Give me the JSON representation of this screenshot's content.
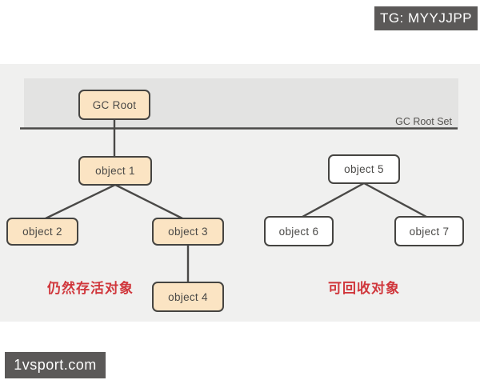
{
  "badges": {
    "tg": "TG: MYYJJPP",
    "watermark": "1vsport.com"
  },
  "diagram": {
    "root_set_label": "GC Root Set",
    "nodes": [
      {
        "id": "gc-root",
        "label": "GC Root",
        "state": "alive"
      },
      {
        "id": "object-1",
        "label": "object 1",
        "state": "alive"
      },
      {
        "id": "object-2",
        "label": "object 2",
        "state": "alive"
      },
      {
        "id": "object-3",
        "label": "object 3",
        "state": "alive"
      },
      {
        "id": "object-4",
        "label": "object 4",
        "state": "alive"
      },
      {
        "id": "object-5",
        "label": "object 5",
        "state": "garbage"
      },
      {
        "id": "object-6",
        "label": "object 6",
        "state": "garbage"
      },
      {
        "id": "object-7",
        "label": "object 7",
        "state": "garbage"
      }
    ],
    "captions": {
      "alive": "仍然存活对象",
      "garbage": "可回收对象"
    }
  },
  "colors": {
    "alive_node_fill": "#fbe4c3",
    "garbage_node_fill": "#ffffff",
    "node_border": "#454441",
    "caption_red": "#d0373c",
    "badge_background": "#5b5958",
    "canvas_background": "#f0f0ef",
    "root_band_background": "#e3e3e2"
  }
}
